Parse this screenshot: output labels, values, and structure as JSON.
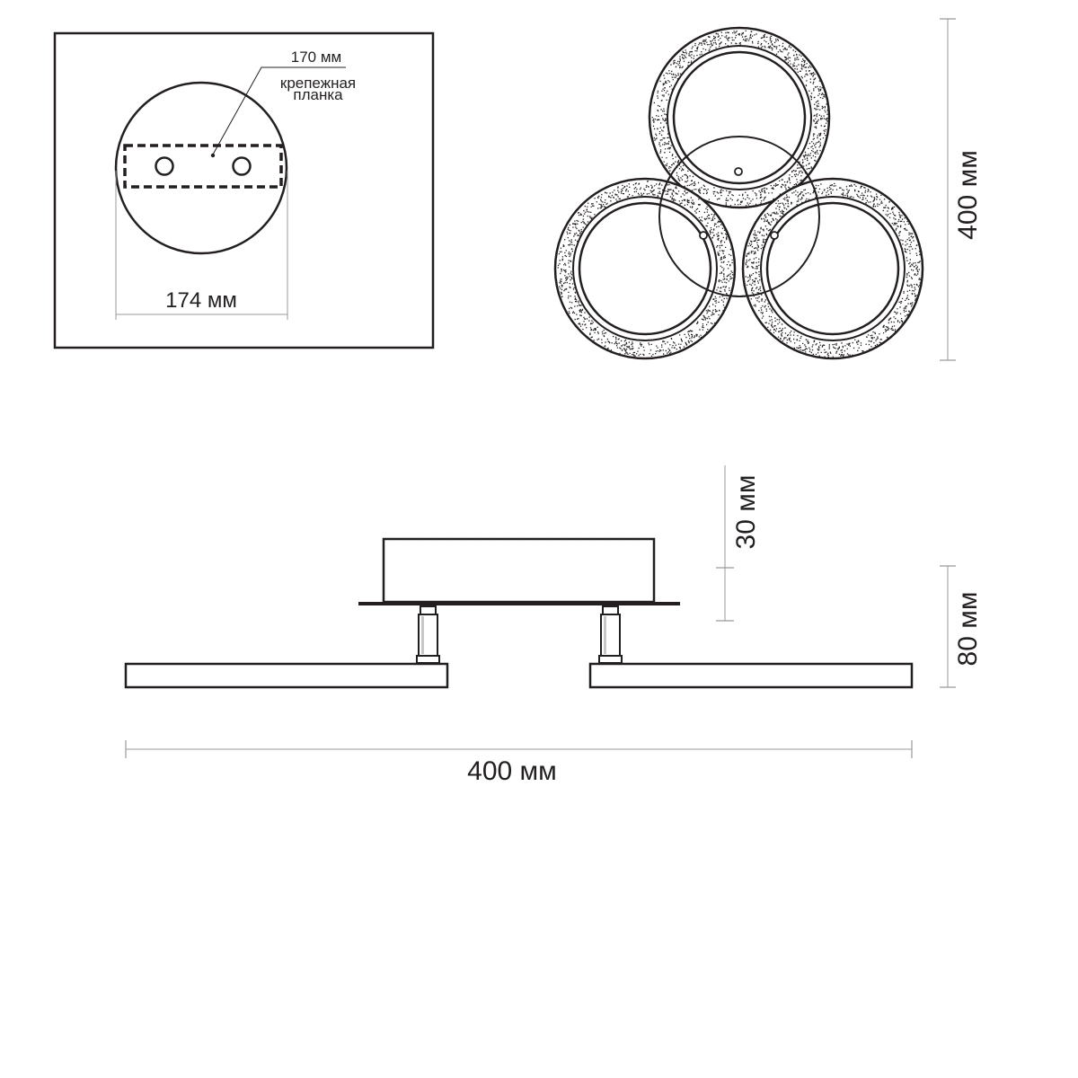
{
  "mounting_plate_view": {
    "plate_width_label": "170 мм",
    "plate_name_line1": "крепежная",
    "plate_name_line2": "планка",
    "base_diameter_label": "174 мм"
  },
  "top_view": {
    "overall_diameter_label": "400 мм",
    "ring_count": 3
  },
  "side_view": {
    "base_height_label": "30 мм",
    "total_height_label": "80 мм",
    "total_width_label": "400 мм"
  },
  "colors": {
    "line": "#231f20",
    "dim_line": "#9a9a9a",
    "background": "#ffffff"
  }
}
